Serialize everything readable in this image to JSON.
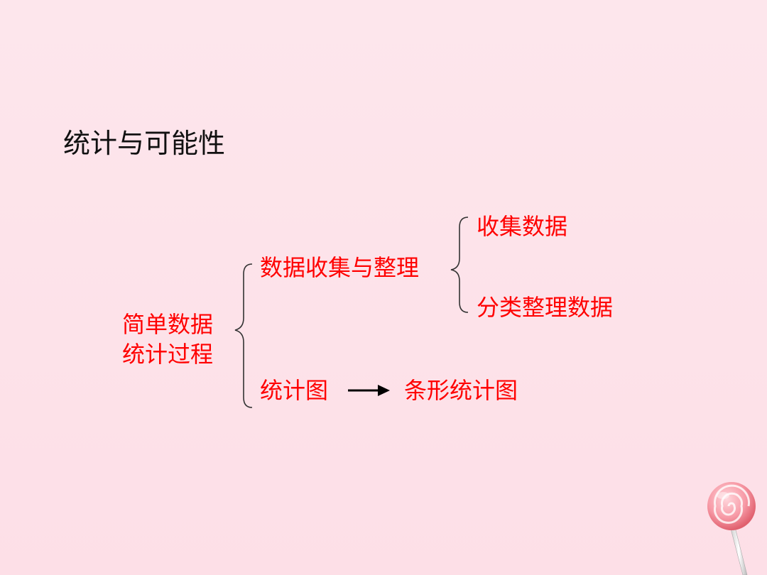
{
  "title": "统计与可能性",
  "diagram": {
    "root": "简单数据\n统计过程",
    "branches": [
      "数据收集与整理",
      "统计图"
    ],
    "collect_children": [
      "收集数据",
      "分类整理数据"
    ],
    "chart_result": "条形统计图"
  },
  "colors": {
    "background": "#fde3ea",
    "title": "#111111",
    "node_text": "#ff0000",
    "brace": "#333333",
    "arrow": "#000000"
  },
  "icons": {
    "decoration": "lollipop-icon"
  }
}
